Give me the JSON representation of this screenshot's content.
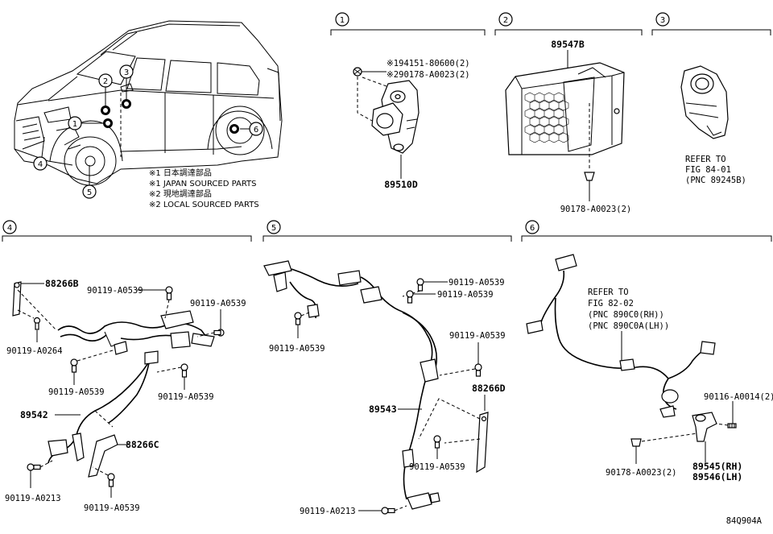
{
  "index_markers": [
    "1",
    "2",
    "3",
    "4",
    "5",
    "6"
  ],
  "notes": [
    "※1 日本調達部品",
    "※1 JAPAN SOURCED PARTS",
    "※2 現地調達部品",
    "※2 LOCAL SOURCED PARTS"
  ],
  "section1": {
    "bolt_line1": "※194151-80600(2)",
    "bolt_line2": "※290178-A0023(2)",
    "part": "89510D"
  },
  "section2": {
    "part": "89547B",
    "bolt": "90178-A0023(2)"
  },
  "section3": {
    "ref1": "REFER TO",
    "ref2": "FIG 84-01",
    "ref3": "(PNC 89245B)"
  },
  "section4": {
    "bracket_top": "88266B",
    "bolt_a0539_1": "90119-A0539",
    "bolt_a0539_2": "90119-A0539",
    "bolt_a0264": "90119-A0264",
    "bolt_a0539_3": "90119-A0539",
    "bolt_a0539_4": "90119-A0539",
    "harness": "89542",
    "bracket_bottom": "88266C",
    "bolt_a0213": "90119-A0213",
    "bolt_a0539_5": "90119-A0539"
  },
  "section5": {
    "bolt_a0539_1": "90119-A0539",
    "bolt_a0539_2": "90119-A0539",
    "bolt_a0539_3": "90119-A0539",
    "bolt_a0539_4": "90119-A0539",
    "bracket": "88266D",
    "harness": "89543",
    "bolt_a0539_5": "90119-A0539",
    "bolt_a0213": "90119-A0213"
  },
  "section6": {
    "ref1": "REFER TO",
    "ref2": "FIG 82-02",
    "ref3": "(PNC 890C0(RH))",
    "ref4": "(PNC 890C0A(LH))",
    "bolt_a0014": "90116-A0014(2)",
    "bolt_a0023": "90178-A0023(2)",
    "sensor_rh": "89545(RH)",
    "sensor_lh": "89546(LH)"
  },
  "figure_code": "84Q904A"
}
